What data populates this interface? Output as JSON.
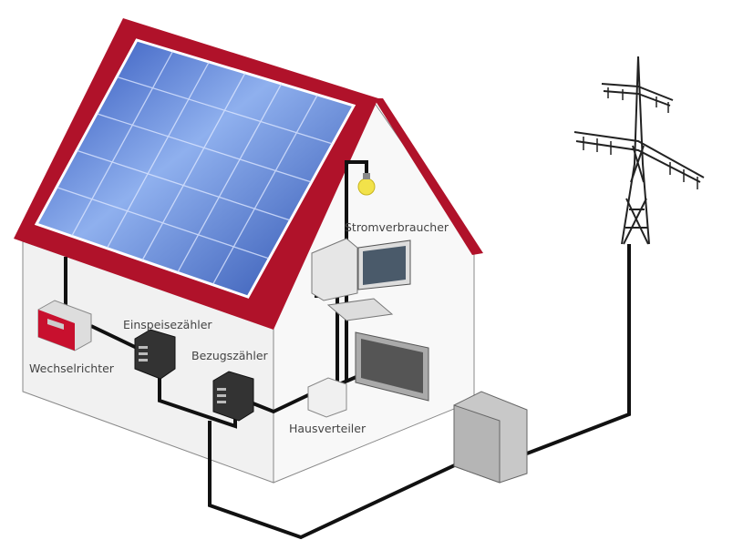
{
  "labels": {
    "consumer": "Stromverbraucher",
    "feed_meter": "Einspeisezähler",
    "supply_meter": "Bezugszähler",
    "inverter": "Wechselrichter",
    "distributor": "Hausverteiler"
  },
  "colors": {
    "roof": "#b0122a",
    "panel": "#3a63c8",
    "cable": "#111111",
    "wall": "#f3f3f3"
  }
}
